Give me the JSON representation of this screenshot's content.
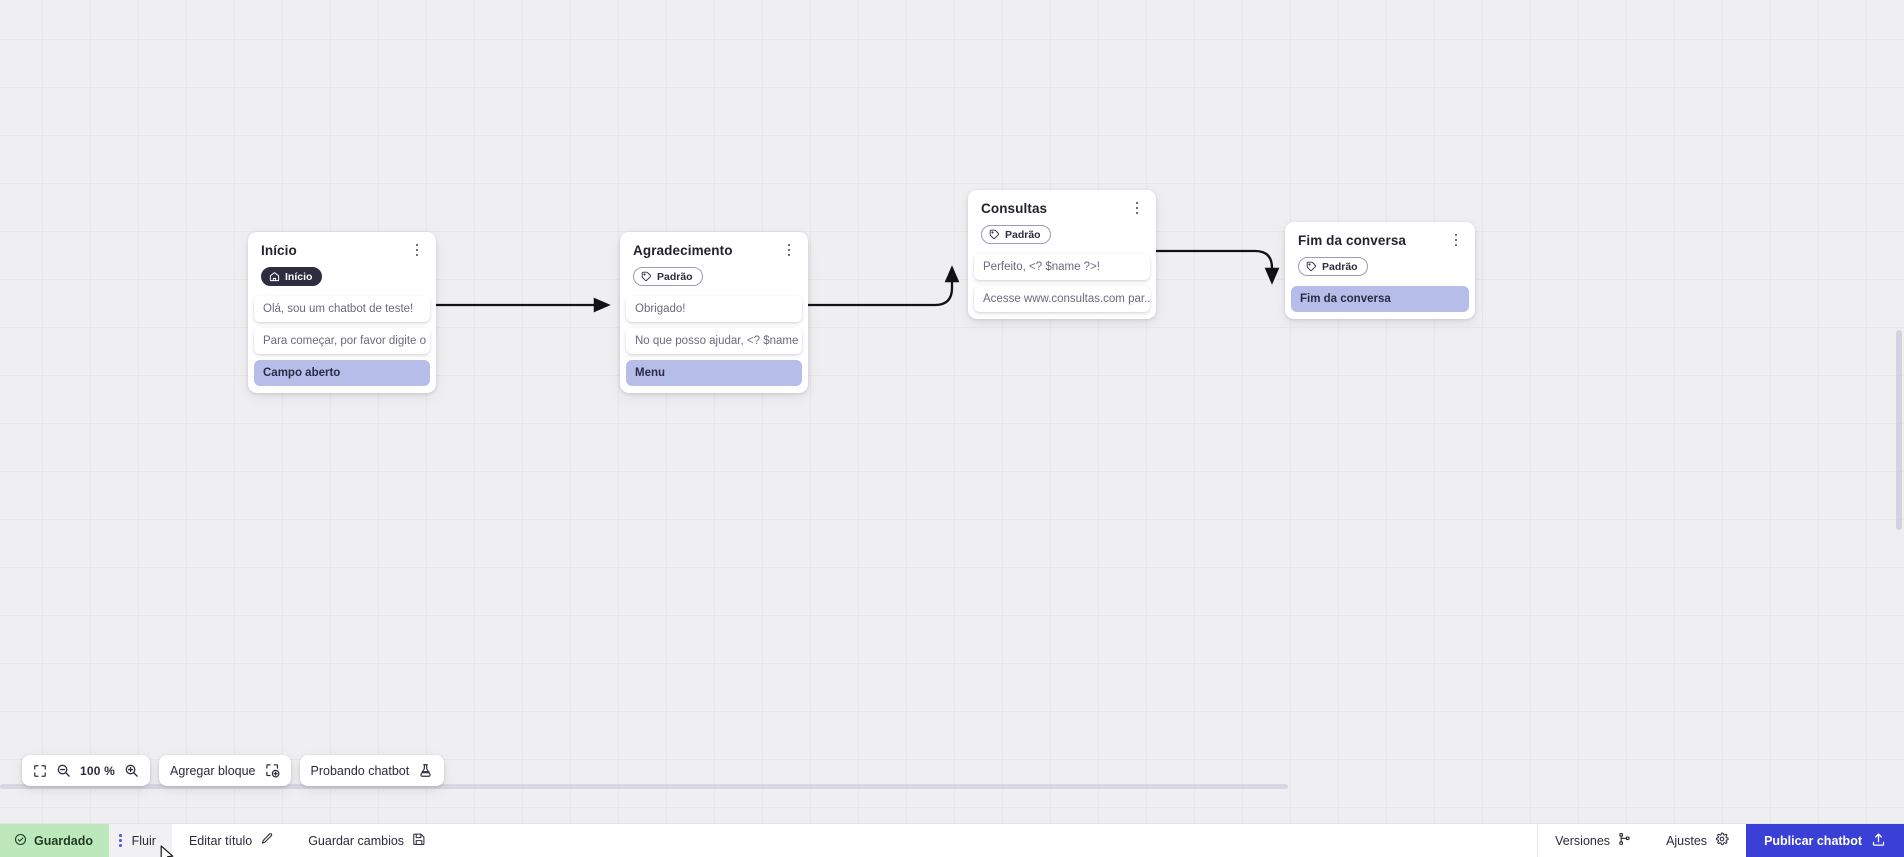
{
  "canvas": {
    "zoom_level": "100 %",
    "nodes": [
      {
        "id": "inicio",
        "title": "Início",
        "badge": {
          "label": "Início",
          "icon": "home-icon",
          "style": "start"
        },
        "rows": [
          {
            "text": "Olá, sou um chatbot de teste!",
            "type": "message"
          },
          {
            "text": "Para começar, por favor digite o ...",
            "type": "message"
          },
          {
            "text": "Campo aberto",
            "type": "action"
          }
        ]
      },
      {
        "id": "agradecimento",
        "title": "Agradecimento",
        "badge": {
          "label": "Padrão",
          "icon": "tag-icon",
          "style": "default"
        },
        "rows": [
          {
            "text": "Obrigado!",
            "type": "message"
          },
          {
            "text": "No que posso ajudar, <? $name ...",
            "type": "message"
          },
          {
            "text": "Menu",
            "type": "action"
          }
        ]
      },
      {
        "id": "consultas",
        "title": "Consultas",
        "badge": {
          "label": "Padrão",
          "icon": "tag-icon",
          "style": "default"
        },
        "rows": [
          {
            "text": "Perfeito, <? $name ?>!",
            "type": "message"
          },
          {
            "text": "Acesse www.consultas.com par...",
            "type": "message"
          }
        ]
      },
      {
        "id": "fim",
        "title": "Fim da conversa",
        "badge": {
          "label": "Padrão",
          "icon": "tag-icon",
          "style": "default"
        },
        "rows": [
          {
            "text": "Fim da conversa",
            "type": "action"
          }
        ]
      }
    ]
  },
  "toolbar": {
    "fit_icon": "fit-screen-icon",
    "zoom_out_icon": "zoom-out-icon",
    "zoom_in_icon": "zoom-in-icon",
    "zoom_value": "100 %",
    "add_block_label": "Agregar bloque",
    "add_block_icon": "add-block-icon",
    "test_chatbot_label": "Probando chatbot",
    "test_chatbot_icon": "flask-icon"
  },
  "statusbar": {
    "saved_label": "Guardado",
    "saved_icon": "check-circle-icon",
    "flow_tab_label": "Fluir",
    "flow_tab_icon": "drag-dots-icon",
    "edit_title_label": "Editar título",
    "edit_title_icon": "pencil-icon",
    "save_changes_label": "Guardar cambios",
    "save_changes_icon": "save-icon",
    "versions_label": "Versiones",
    "versions_icon": "branch-icon",
    "settings_label": "Ajustes",
    "settings_icon": "gear-icon",
    "publish_label": "Publicar chatbot",
    "publish_icon": "upload-icon"
  },
  "colors": {
    "canvas_bg": "#efeff1",
    "card_bg": "#ffffff",
    "action_row": "#b7bde9",
    "badge_start_bg": "#2d2d3f",
    "saved_green": "#bde8bc",
    "publish_blue": "#3a3fd6",
    "edge_stroke": "#111118"
  }
}
